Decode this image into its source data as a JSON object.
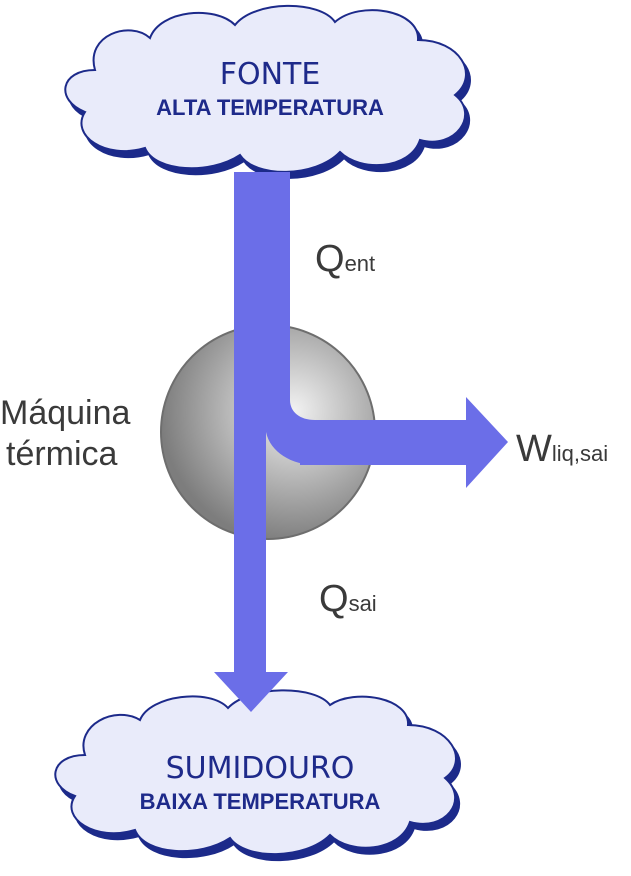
{
  "source": {
    "title": "FONTE",
    "subtitle": "ALTA TEMPERATURA"
  },
  "sink": {
    "title": "SUMIDOURO",
    "subtitle": "BAIXA TEMPERATURA"
  },
  "engine": {
    "label_line1": "Máquina",
    "label_line2": "térmica"
  },
  "flows": {
    "heat_in": {
      "symbol": "Q",
      "subscript": "ent"
    },
    "heat_out": {
      "symbol": "Q",
      "subscript": "sai"
    },
    "work_out": {
      "symbol": "W",
      "subscript": "liq,sai"
    }
  },
  "colors": {
    "arrow": "#6b6ee8",
    "cloud_fill": "#e9ebfa",
    "cloud_stroke": "#1e2a8a",
    "text_dark": "#1e2a8a",
    "label_text": "#3a3a3a"
  }
}
